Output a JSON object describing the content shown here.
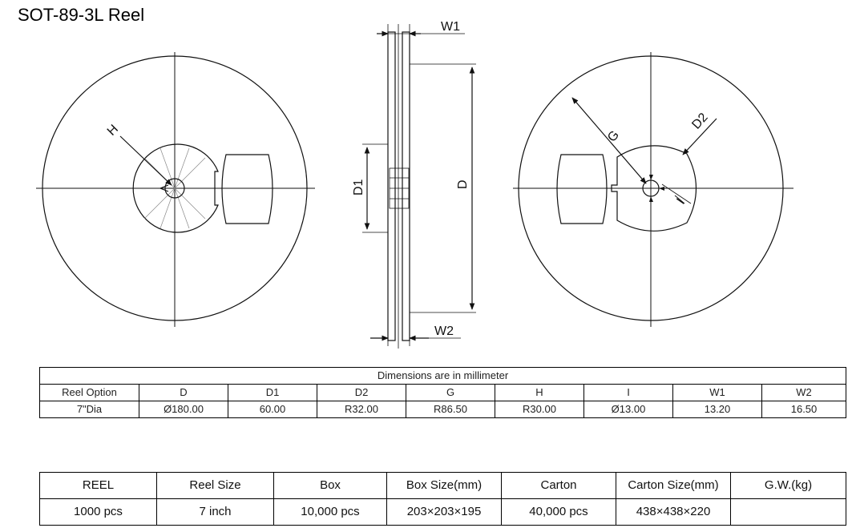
{
  "title": "SOT-89-3L Reel",
  "drawing_labels": {
    "h": "H",
    "d1": "D1",
    "d": "D",
    "w1": "W1",
    "w2": "W2",
    "g": "G",
    "d2": "D2",
    "i": "I"
  },
  "dimensions_table": {
    "caption": "Dimensions are in millimeter",
    "headers": [
      "Reel Option",
      "D",
      "D1",
      "D2",
      "G",
      "H",
      "I",
      "W1",
      "W2"
    ],
    "row": [
      "7\"Dia",
      "Ø180.00",
      "60.00",
      "R32.00",
      "R86.50",
      "R30.00",
      "Ø13.00",
      "13.20",
      "16.50"
    ]
  },
  "packing_table": {
    "headers": [
      "REEL",
      "Reel Size",
      "Box",
      "Box Size(mm)",
      "Carton",
      "Carton Size(mm)",
      "G.W.(kg)"
    ],
    "row": [
      "1000 pcs",
      "7 inch",
      "10,000 pcs",
      "203×203×195",
      "40,000 pcs",
      "438×438×220",
      ""
    ]
  }
}
